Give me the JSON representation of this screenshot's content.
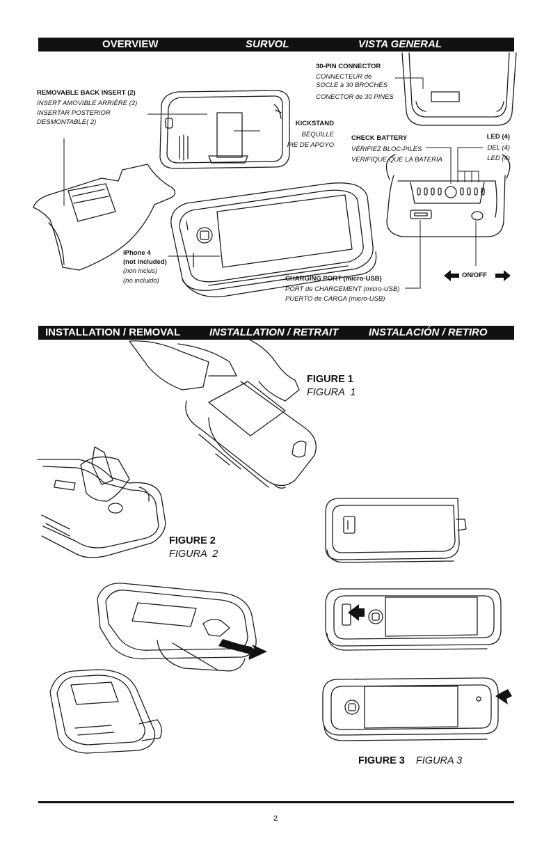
{
  "overview_bar": {
    "en": "OVERVIEW",
    "fr": "SURVOL",
    "es": "VISTA GENERAL"
  },
  "labels": {
    "connector": [
      "30-PIN CONNECTOR",
      "CONNECTEUR de",
      "SOCLE à 30 BROCHES",
      "CONECTOR de 30 PINES"
    ],
    "back_insert": [
      "REMOVABLE BACK INSERT (2)",
      "INSERT AMOVIBLE ARRIÈRE (2)",
      "INSERTAR POSTERIOR",
      "DESMONTABLE( 2)"
    ],
    "kickstand": [
      "KICKSTAND",
      "BÉQUILLE",
      "PIE DE APOYO"
    ],
    "check_battery": [
      "CHECK BATTERY",
      "VÉRIFIEZ BLOC-PILES",
      "VERIFIQUE QUE LA BATERÍA"
    ],
    "led": [
      "LED (4)",
      "DEL (4)",
      "LED (4)"
    ],
    "iphone": [
      "iPhone 4",
      "(not included)",
      "(non inclus)",
      "(no incluido)"
    ],
    "charging": [
      "CHARGING PORT (micro-USB)",
      "PORT de CHARGEMENT (micro-USB)",
      "PUERTO de CARGA (micro-USB)"
    ],
    "onoff": "ON/OFF"
  },
  "install_bar": {
    "en": "INSTALLATION / REMOVAL",
    "fr": "INSTALLATION / RETRAIT",
    "es": "INSTALACIÓN / RETIRO"
  },
  "figures": {
    "fig1": {
      "en": "FIGURE 1",
      "es": "FIGURA 1"
    },
    "fig2": {
      "en": "FIGURE 2",
      "es": "FIGURA 2"
    },
    "fig3": {
      "en": "FIGURE 3",
      "es": "FIGURA 3"
    }
  },
  "page_number": "2"
}
